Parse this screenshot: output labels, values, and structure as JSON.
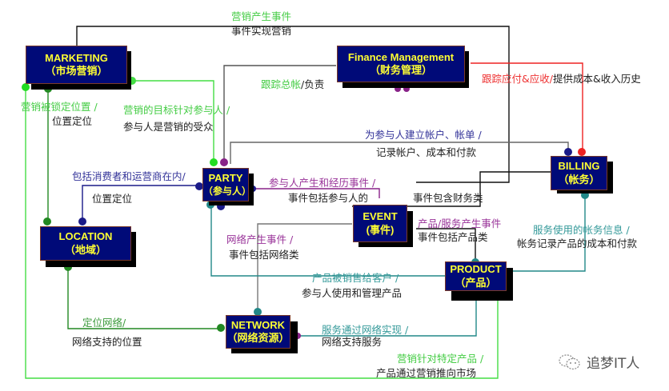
{
  "nodes": {
    "marketing": {
      "en": "MARKETING",
      "zh": "（市场营销）"
    },
    "finance": {
      "en": "Finance Management",
      "zh": "（财务管理）"
    },
    "party": {
      "en": "PARTY",
      "zh": "（参与人）"
    },
    "billing": {
      "en": "BILLING",
      "zh": "（帐务）"
    },
    "location": {
      "en": "LOCATION",
      "zh": "（地域）"
    },
    "event": {
      "en": "EVENT",
      "zh": "(事件)"
    },
    "product": {
      "en": "PRODUCT",
      "zh": "（产品）"
    },
    "network": {
      "en": "NETWORK",
      "zh": "（网络资源）"
    }
  },
  "relations": {
    "marketing_event": {
      "forward": "营销产生事件",
      "reverse": "事件实现营销"
    },
    "marketing_location": {
      "forward": "营销被锁定位置 /",
      "reverse": "位置定位"
    },
    "marketing_party": {
      "forward": "营销的目标针对参与人 /",
      "reverse": "参与人是营销的受众"
    },
    "finance_party": {
      "forward": "跟踪总帐",
      "sep": "/",
      "reverse": "负责"
    },
    "finance_billing": {
      "forward": "跟踪应付&应收/",
      "reverse": "提供成本&收入历史"
    },
    "party_billing": {
      "forward": "为参与人建立帐户、帐单 /",
      "reverse": "记录帐户、成本和付款"
    },
    "party_location": {
      "forward": "包括消费者和运营商在内/",
      "reverse": "位置定位"
    },
    "party_event": {
      "forward": "参与人产生和经历事件 /",
      "reverse": "事件包括参与人的"
    },
    "event_finance": {
      "reverse": "事件包含财务类"
    },
    "product_event": {
      "forward": "产品/服务产生事件",
      "reverse": "事件包括产品类"
    },
    "billing_product": {
      "forward": "服务使用的帐务信息 /",
      "reverse": "帐务记录产品的成本和付款"
    },
    "network_event": {
      "forward": "网络产生事件 /",
      "reverse": "事件包括网络类"
    },
    "product_party": {
      "forward": "产品被销售给客户 /",
      "reverse": "参与人使用和管理产品"
    },
    "location_network": {
      "forward": "定位网络/",
      "reverse": "网络支持的位置"
    },
    "network_product": {
      "forward": "服务通过网络实现 /",
      "reverse": "网络支持服务"
    },
    "marketing_product": {
      "forward": "营销针对特定产品 /",
      "reverse": "产品通过营销推向市场"
    }
  },
  "watermark": {
    "text": "追梦IT人",
    "icon": "wechat-icon"
  },
  "colors": {
    "node_fill": "#000a78",
    "node_text": "#ffff33",
    "green": "#44dd44",
    "dark_green": "#228822",
    "purple": "#882288",
    "navy": "#1a1a88",
    "teal": "#228888",
    "red": "#ee2222",
    "black": "#111111",
    "gray": "#888888"
  }
}
